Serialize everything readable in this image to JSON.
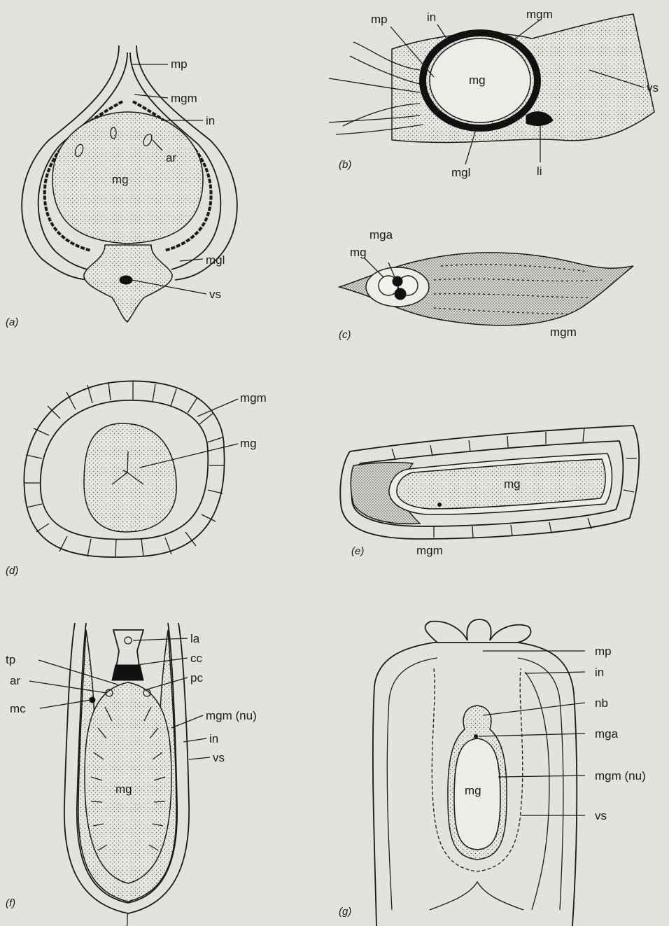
{
  "panels": {
    "a": {
      "caption": "(a)",
      "labels": {
        "mp": "mp",
        "mgm": "mgm",
        "in": "in",
        "ar": "ar",
        "mg": "mg",
        "mgl": "mgl",
        "vs": "vs"
      }
    },
    "b": {
      "caption": "(b)",
      "labels": {
        "mp": "mp",
        "in": "in",
        "mgm": "mgm",
        "mg": "mg",
        "vs": "vs",
        "mgl": "mgl",
        "li": "li"
      }
    },
    "c": {
      "caption": "(c)",
      "labels": {
        "mg": "mg",
        "mga": "mga",
        "mgm": "mgm"
      }
    },
    "d": {
      "caption": "(d)",
      "labels": {
        "mgm": "mgm",
        "mg": "mg"
      }
    },
    "e": {
      "caption": "(e)",
      "labels": {
        "mg": "mg",
        "mgm": "mgm"
      }
    },
    "f": {
      "caption": "(f)",
      "labels": {
        "la": "la",
        "cc": "cc",
        "tp": "tp",
        "pc": "pc",
        "ar": "ar",
        "mc": "mc",
        "mgm_nu": "mgm (nu)",
        "in": "in",
        "vs": "vs",
        "mg": "mg"
      }
    },
    "g": {
      "caption": "(g)",
      "labels": {
        "mp": "mp",
        "in": "in",
        "nb": "nb",
        "mga": "mga",
        "mgm_nu": "mgm (nu)",
        "mg": "mg",
        "vs": "vs"
      }
    }
  },
  "colors": {
    "ink": "#1a1a1a",
    "paper": "#e4e2dd"
  }
}
